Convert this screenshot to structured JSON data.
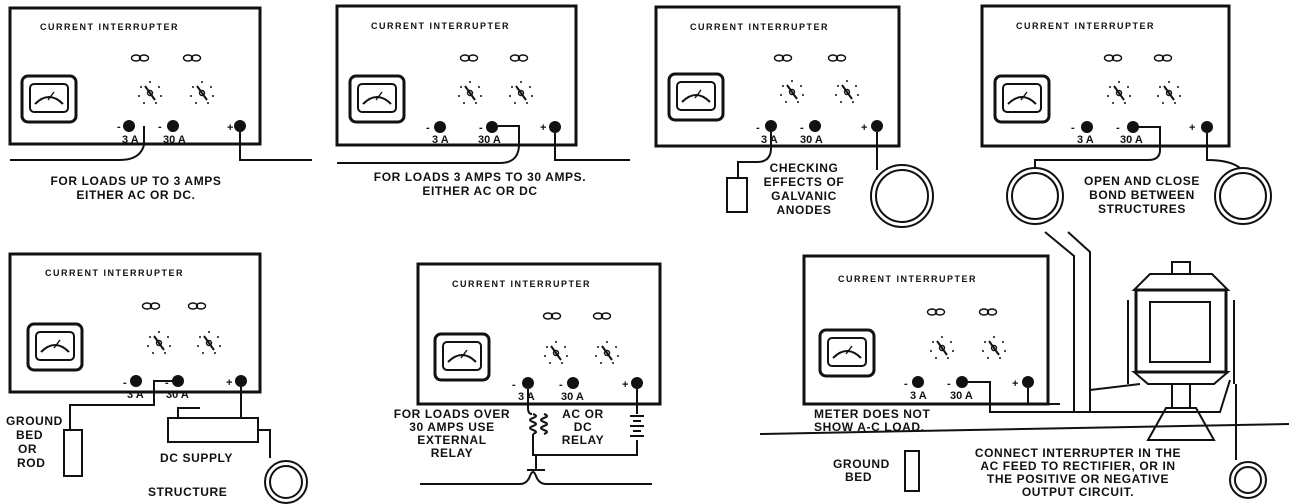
{
  "panel_title": "CURRENT  INTERRUPTER",
  "terminal_labels": {
    "neg": "-",
    "pos": "+",
    "a3": "3 A",
    "a30": "30 A"
  },
  "panels": [
    {
      "id": "p1",
      "caption": [
        "FOR LOADS UP TO 3 AMPS",
        "EITHER AC OR DC."
      ]
    },
    {
      "id": "p2",
      "caption": [
        "FOR LOADS 3 AMPS TO 30 AMPS.",
        "EITHER AC OR DC"
      ]
    },
    {
      "id": "p3",
      "caption": [
        "CHECKING",
        "EFFECTS OF",
        "GALVANIC",
        "ANODES"
      ]
    },
    {
      "id": "p4",
      "caption": [
        "OPEN AND CLOSE",
        "BOND BETWEEN",
        "STRUCTURES"
      ]
    },
    {
      "id": "p5",
      "labels": {
        "ground": [
          "GROUND",
          "BED",
          "OR",
          "ROD"
        ],
        "supply": "DC SUPPLY",
        "structure": "STRUCTURE"
      }
    },
    {
      "id": "p6",
      "labels": {
        "left": [
          "FOR LOADS OVER",
          "30 AMPS USE",
          "EXTERNAL",
          "RELAY"
        ],
        "right": [
          "AC OR",
          "DC",
          "RELAY"
        ]
      }
    },
    {
      "id": "p7",
      "labels": {
        "meter": [
          "METER DOES NOT",
          "SHOW A-C LOAD."
        ],
        "ground": [
          "GROUND",
          "BED"
        ],
        "caption": [
          "CONNECT INTERRUPTER IN THE",
          "AC FEED TO RECTIFIER, OR IN",
          "THE POSITIVE OR NEGATIVE",
          "OUTPUT CIRCUIT."
        ]
      }
    }
  ]
}
